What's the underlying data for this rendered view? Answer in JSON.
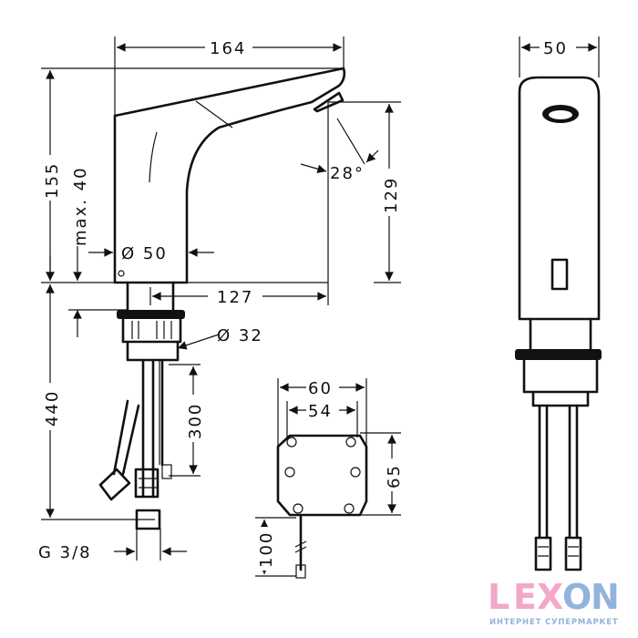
{
  "dimensions": {
    "width_164": "164",
    "height_155": "155",
    "max_40": "max. 40",
    "diameter_50": "Ø 50",
    "reach_127": "127",
    "height_129": "129",
    "angle_28": "28°",
    "diameter_32": "Ø 32",
    "length_440": "440",
    "length_300": "300",
    "thread": "G 3/8",
    "box_60": "60",
    "box_54": "54",
    "box_65": "65",
    "cable_100": "100",
    "side_50": "50"
  },
  "logo": {
    "letters": [
      "L",
      "E",
      "X",
      "O",
      "N"
    ],
    "tagline": "ИНТЕРНЕТ СУПЕРМАРКЕТ",
    "pink": "#f29ac0",
    "blue": "#7fa6d6"
  }
}
